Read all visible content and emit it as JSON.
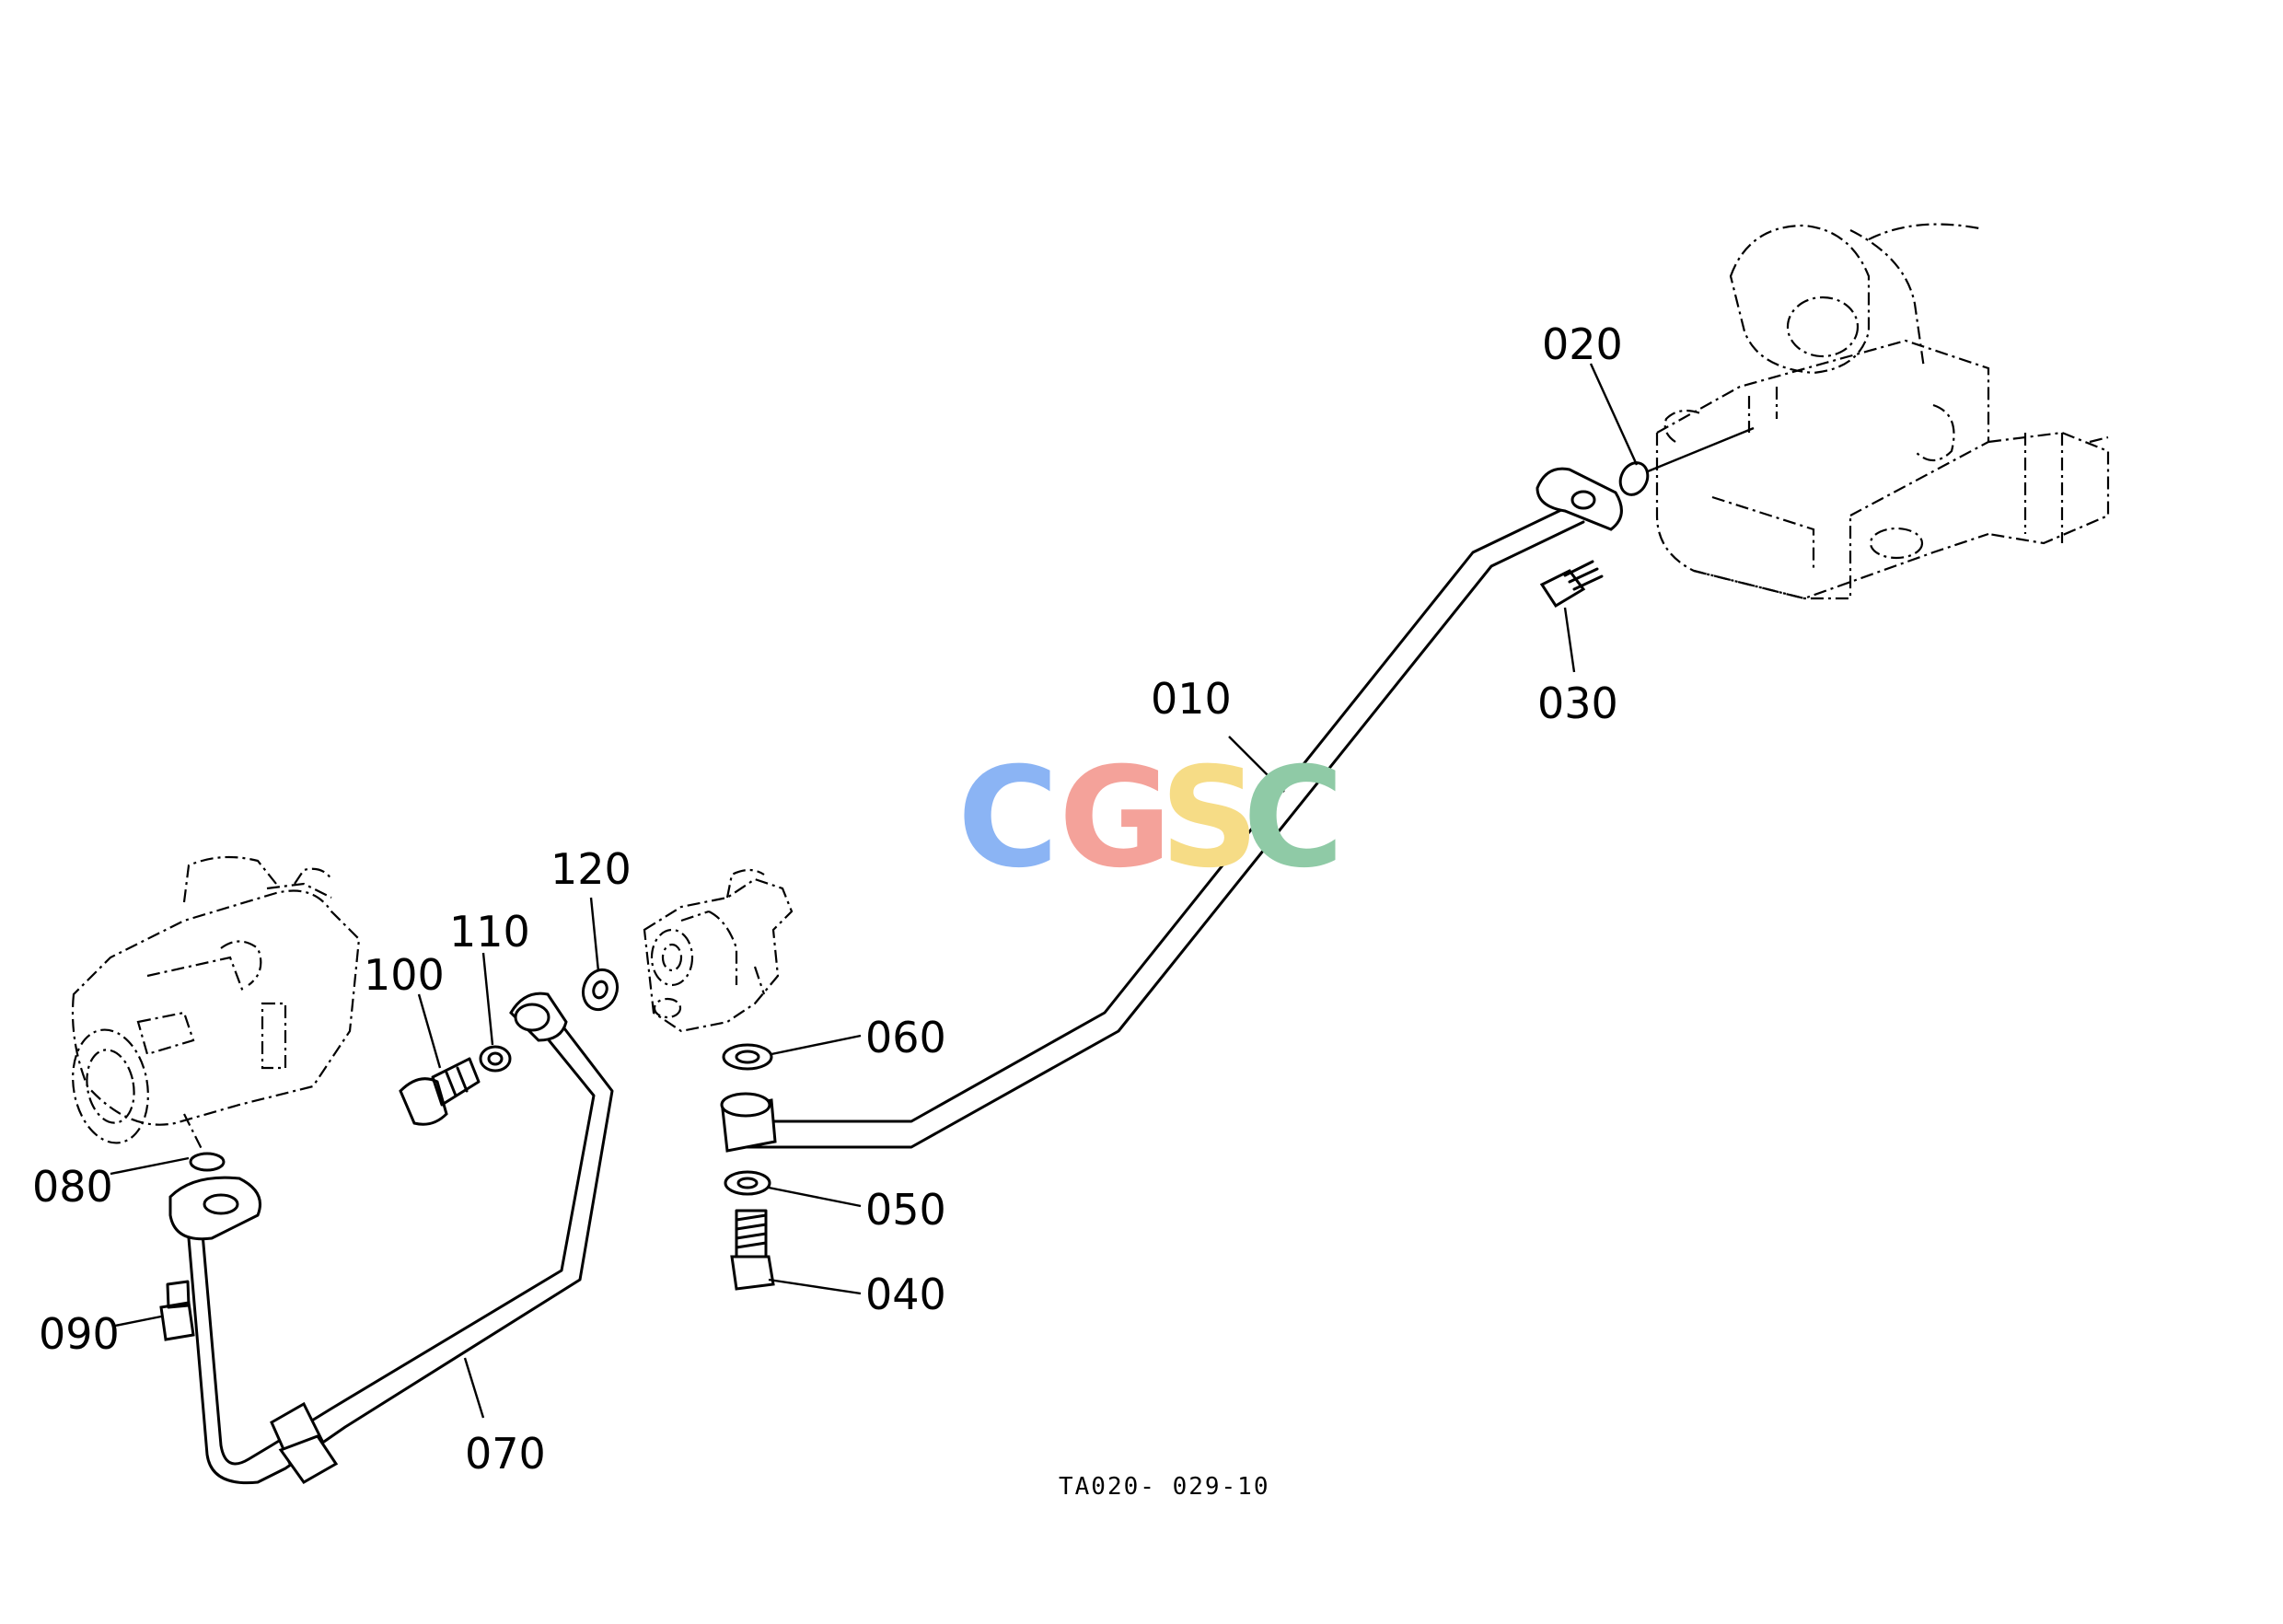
{
  "drawing_code": "TA020- 029-10",
  "watermark": {
    "letters": [
      {
        "char": "C",
        "color": "#8bb4f4"
      },
      {
        "char": "G",
        "color": "#f4a29a"
      },
      {
        "char": "S",
        "color": "#f6dc86"
      },
      {
        "char": "C",
        "color": "#8fcaa6"
      }
    ]
  },
  "parts": [
    {
      "id": "010",
      "label": "010"
    },
    {
      "id": "020",
      "label": "020"
    },
    {
      "id": "030",
      "label": "030"
    },
    {
      "id": "040",
      "label": "040"
    },
    {
      "id": "050",
      "label": "050"
    },
    {
      "id": "060",
      "label": "060"
    },
    {
      "id": "070",
      "label": "070"
    },
    {
      "id": "080",
      "label": "080"
    },
    {
      "id": "090",
      "label": "090"
    },
    {
      "id": "100",
      "label": "100"
    },
    {
      "id": "110",
      "label": "110"
    },
    {
      "id": "120",
      "label": "120"
    }
  ]
}
